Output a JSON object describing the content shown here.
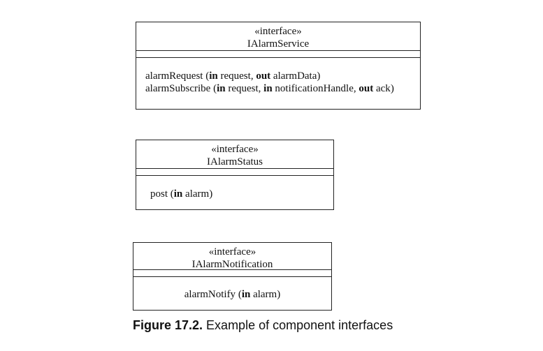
{
  "interfaces": [
    {
      "stereotype": "«interface»",
      "name": "IAlarmService",
      "operations": [
        {
          "name": "alarmRequest",
          "params": [
            {
              "dir": "in",
              "name": "request",
              "sep": ", "
            },
            {
              "dir": "out",
              "name": "alarmData",
              "sep": ""
            }
          ]
        },
        {
          "name": "alarmSubscribe",
          "params": [
            {
              "dir": "in",
              "name": "request",
              "sep": ", "
            },
            {
              "dir": "in",
              "name": "notificationHandle",
              "sep": ", "
            },
            {
              "dir": "out",
              "name": "ack",
              "sep": ""
            }
          ]
        }
      ]
    },
    {
      "stereotype": "«interface»",
      "name": "IAlarmStatus",
      "operations": [
        {
          "name": "post",
          "params": [
            {
              "dir": "in",
              "name": "alarm",
              "sep": ""
            }
          ]
        }
      ]
    },
    {
      "stereotype": "«interface»",
      "name": "IAlarmNotification",
      "operations": [
        {
          "name": "alarmNotify",
          "params": [
            {
              "dir": "in",
              "name": "alarm",
              "sep": ""
            }
          ]
        }
      ]
    }
  ],
  "caption": {
    "label": "Figure 17.2.",
    "text": " Example of component interfaces"
  }
}
